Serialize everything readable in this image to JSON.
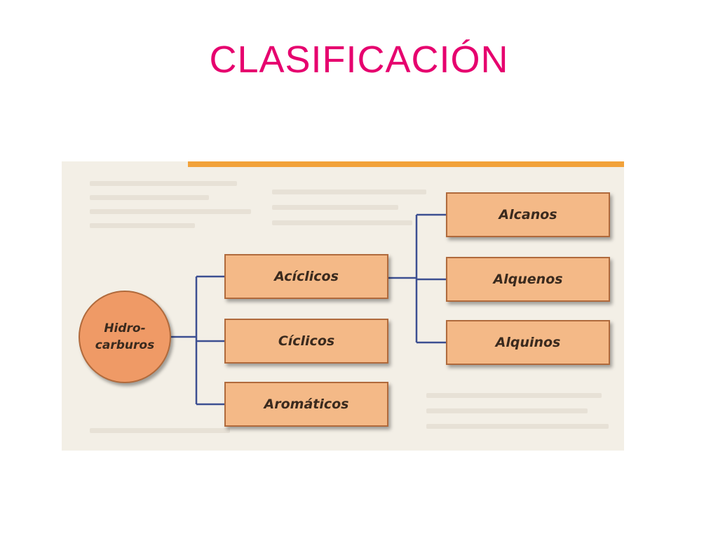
{
  "title": "CLASIFICACIÓN",
  "colors": {
    "title": "#e6006e",
    "node_fill": "#f4b987",
    "node_border": "#b06a3c",
    "hub_fill": "#ef9a66",
    "connector": "#3c4f91",
    "top_strip": "#f2a23a"
  },
  "diagram": {
    "root": {
      "label": "Hidro-\ncarburos"
    },
    "level1": [
      {
        "label": "Acíclicos"
      },
      {
        "label": "Cíclicos"
      },
      {
        "label": "Aromáticos"
      }
    ],
    "level2": [
      {
        "label": "Alcanos"
      },
      {
        "label": "Alquenos"
      },
      {
        "label": "Alquinos"
      }
    ]
  }
}
